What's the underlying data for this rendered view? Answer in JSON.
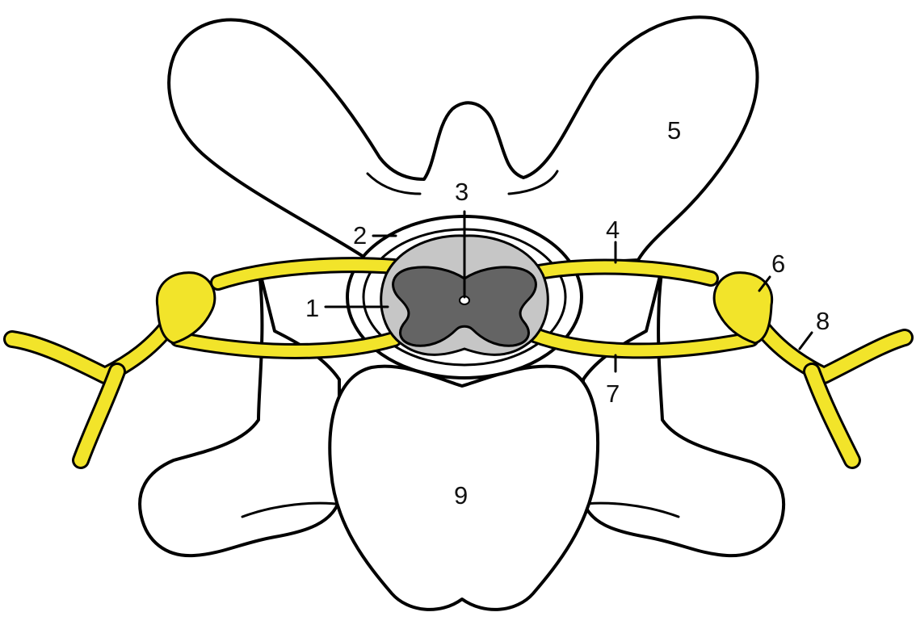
{
  "colors": {
    "nerve": "#f2e42a",
    "grey_matter": "#646464",
    "white_matter": "#c6c6c6",
    "bone": "#ffffff",
    "outline": "#000000"
  },
  "labels": [
    {
      "id": "1",
      "text": "1"
    },
    {
      "id": "2",
      "text": "2"
    },
    {
      "id": "3",
      "text": "3"
    },
    {
      "id": "4",
      "text": "4"
    },
    {
      "id": "5",
      "text": "5"
    },
    {
      "id": "6",
      "text": "6"
    },
    {
      "id": "7",
      "text": "7"
    },
    {
      "id": "8",
      "text": "8"
    },
    {
      "id": "9",
      "text": "9"
    }
  ]
}
